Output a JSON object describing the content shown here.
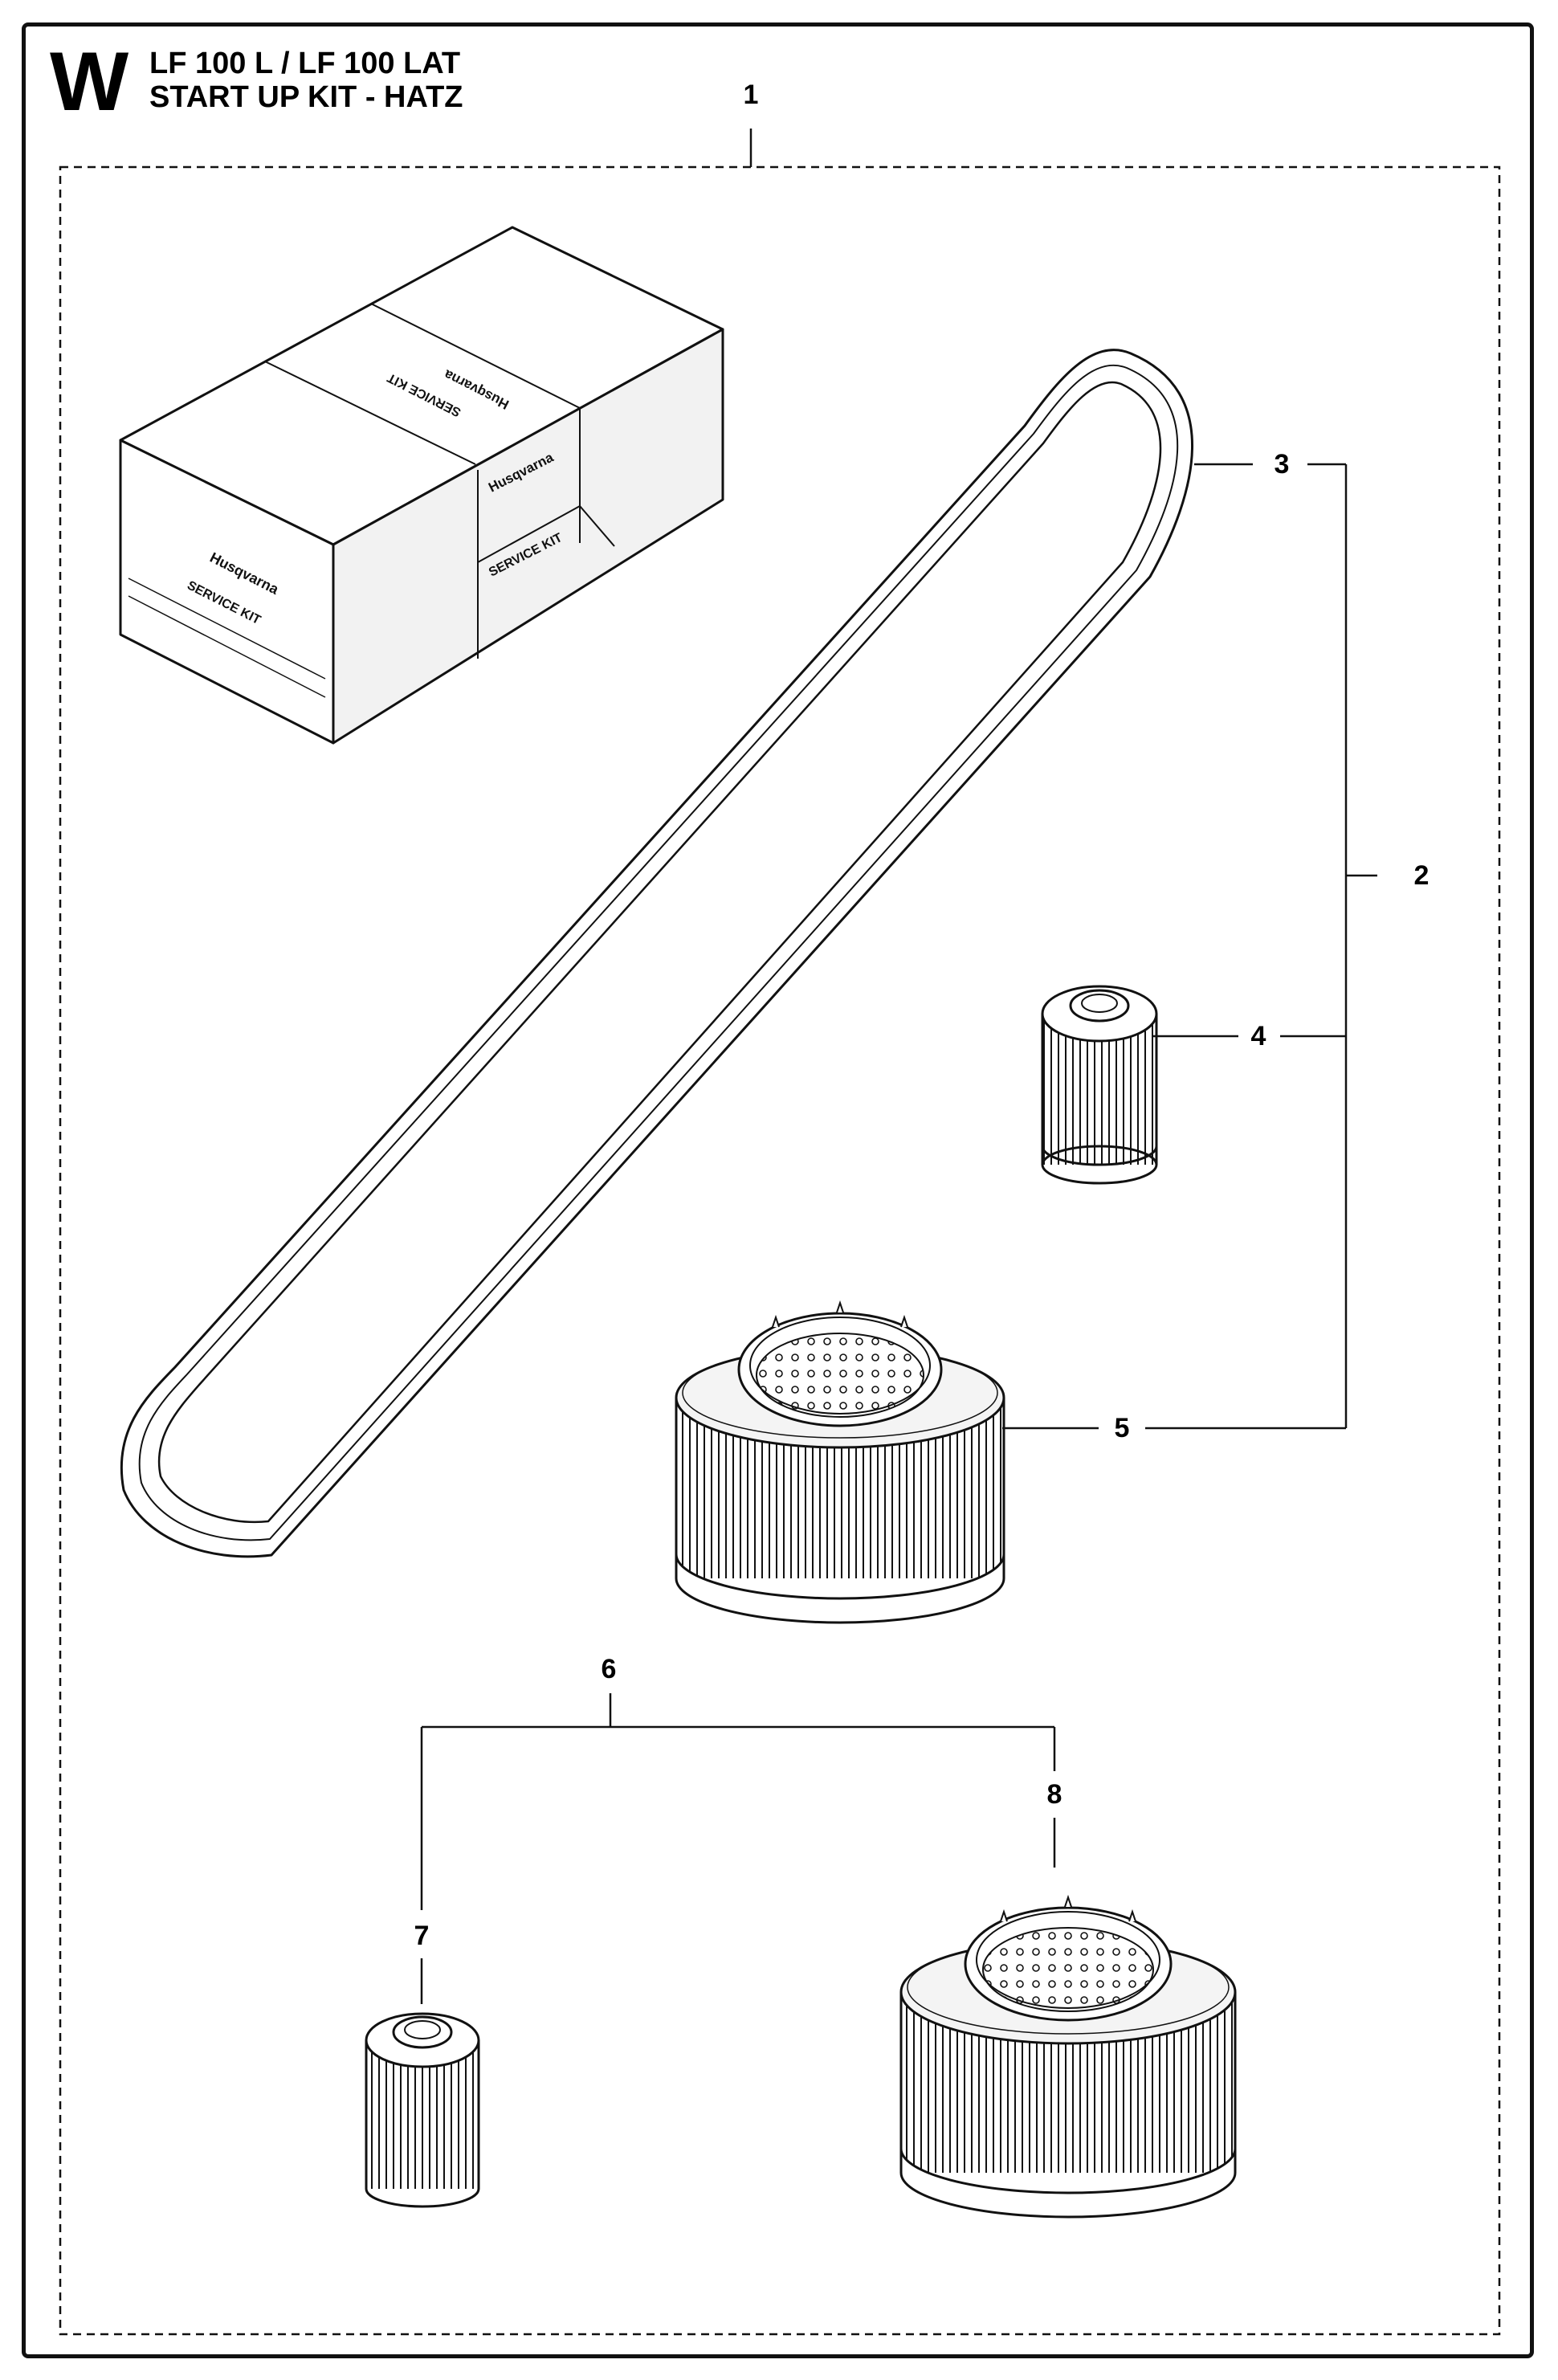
{
  "header": {
    "section_letter": "W",
    "model_line": "LF 100 L / LF 100 LAT",
    "kit_line": "START UP KIT - HATZ"
  },
  "kit_box": {
    "brand": "Husqvarna",
    "label": "SERVICE KIT"
  },
  "callouts": [
    "1",
    "2",
    "3",
    "4",
    "5",
    "6",
    "7",
    "8"
  ],
  "colors": {
    "ink": "#111111",
    "paper": "#ffffff",
    "shade": "#dddddd"
  }
}
